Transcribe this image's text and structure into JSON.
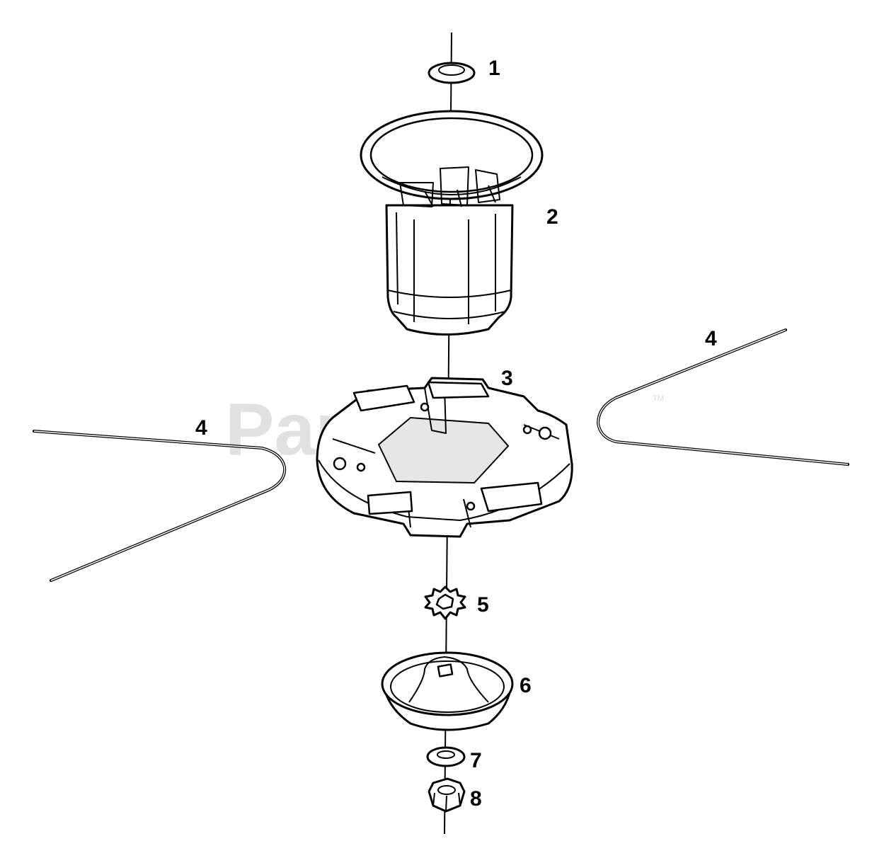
{
  "watermark": {
    "text": "PartsTree",
    "tm": "TM"
  },
  "callouts": {
    "p1": "1",
    "p2": "2",
    "p3": "3",
    "p4_left": "4",
    "p4_right": "4",
    "p5": "5",
    "p6": "6",
    "p7": "7",
    "p8": "8"
  }
}
